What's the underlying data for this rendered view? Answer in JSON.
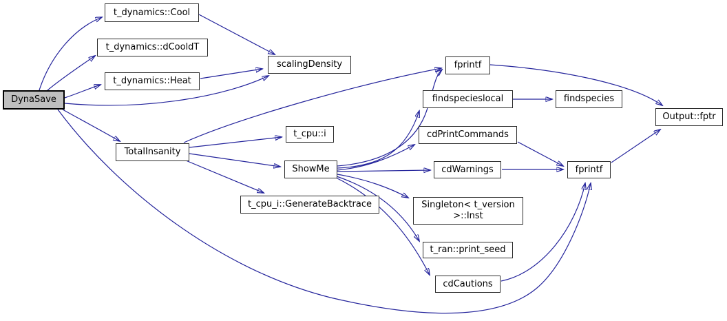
{
  "diagram": {
    "kind": "doxygen-call-graph",
    "root_function": "DynaSave",
    "background_color": "#ffffff",
    "edge_color": "#23239b",
    "node_fill_color": "#ffffff",
    "node_border_color": "#2b2b2b",
    "root_fill_color": "#bfbfbf",
    "root_border_color": "#000000",
    "text_color": "#000000"
  },
  "nodes": [
    {
      "id": "dynasave",
      "label": "DynaSave"
    },
    {
      "id": "cool",
      "label": "t_dynamics::Cool"
    },
    {
      "id": "dcooldt",
      "label": "t_dynamics::dCooldT"
    },
    {
      "id": "heat",
      "label": "t_dynamics::Heat"
    },
    {
      "id": "scaling-density",
      "label": "scalingDensity"
    },
    {
      "id": "total-insanity",
      "label": "TotalInsanity"
    },
    {
      "id": "t-cpu-i",
      "label": "t_cpu::i"
    },
    {
      "id": "showme",
      "label": "ShowMe"
    },
    {
      "id": "generate-backtrace",
      "label": "t_cpu_i::GenerateBacktrace"
    },
    {
      "id": "fprintf-top",
      "label": "fprintf"
    },
    {
      "id": "findspecieslocal",
      "label": "findspecieslocal"
    },
    {
      "id": "findspecies",
      "label": "findspecies"
    },
    {
      "id": "cd-print-commands",
      "label": "cdPrintCommands"
    },
    {
      "id": "cd-warnings",
      "label": "cdWarnings"
    },
    {
      "id": "fprintf-mid",
      "label": "fprintf"
    },
    {
      "id": "singleton-inst",
      "label": "Singleton< t_version\n>::Inst"
    },
    {
      "id": "print-seed",
      "label": "t_ran::print_seed"
    },
    {
      "id": "cd-cautions",
      "label": "cdCautions"
    },
    {
      "id": "output-fptr",
      "label": "Output::fptr"
    }
  ],
  "edges": [
    {
      "from": "dynasave",
      "to": "cool"
    },
    {
      "from": "dynasave",
      "to": "dcooldt"
    },
    {
      "from": "dynasave",
      "to": "heat"
    },
    {
      "from": "dynasave",
      "to": "scaling-density"
    },
    {
      "from": "dynasave",
      "to": "total-insanity"
    },
    {
      "from": "dynasave",
      "to": "fprintf-mid"
    },
    {
      "from": "cool",
      "to": "scaling-density"
    },
    {
      "from": "heat",
      "to": "scaling-density"
    },
    {
      "from": "total-insanity",
      "to": "fprintf-top"
    },
    {
      "from": "total-insanity",
      "to": "t-cpu-i"
    },
    {
      "from": "total-insanity",
      "to": "showme"
    },
    {
      "from": "total-insanity",
      "to": "generate-backtrace"
    },
    {
      "from": "showme",
      "to": "fprintf-top"
    },
    {
      "from": "showme",
      "to": "findspecieslocal"
    },
    {
      "from": "showme",
      "to": "cd-print-commands"
    },
    {
      "from": "showme",
      "to": "cd-warnings"
    },
    {
      "from": "showme",
      "to": "singleton-inst"
    },
    {
      "from": "showme",
      "to": "print-seed"
    },
    {
      "from": "showme",
      "to": "cd-cautions"
    },
    {
      "from": "findspecieslocal",
      "to": "findspecies"
    },
    {
      "from": "cd-print-commands",
      "to": "fprintf-mid"
    },
    {
      "from": "cd-warnings",
      "to": "fprintf-mid"
    },
    {
      "from": "cd-cautions",
      "to": "fprintf-mid"
    },
    {
      "from": "fprintf-top",
      "to": "output-fptr"
    },
    {
      "from": "fprintf-mid",
      "to": "output-fptr"
    }
  ]
}
